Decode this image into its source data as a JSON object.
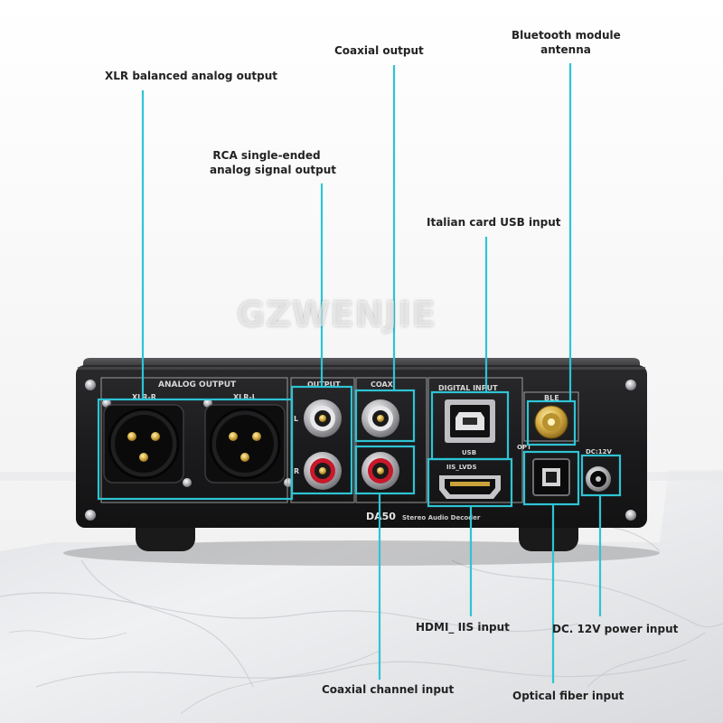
{
  "watermark": "GZWENJIE",
  "device": {
    "model": "DA50",
    "subtitle": "Stereo Audio Decoder",
    "panel_labels": {
      "analog_output": "ANALOG OUTPUT",
      "xlr_r": "XLR-R",
      "xlr_l": "XLR-L",
      "output": "OUTPUT",
      "l": "L",
      "r": "R",
      "coax": "COAX",
      "digital_input": "DIGITAL INPUT",
      "usb": "USB",
      "iis_lvds": "IIS_LVDS",
      "ble": "BLE",
      "opt": "OPT",
      "dc": "DC:12V"
    }
  },
  "callouts": {
    "xlr": "XLR balanced analog output",
    "rca_line1": "RCA single-ended",
    "rca_line2": "analog signal output",
    "coax_out": "Coaxial output",
    "bt_line1": "Bluetooth module",
    "bt_line2": "antenna",
    "usb": "Italian card USB input",
    "hdmi": "HDMI_ IIS input",
    "dc": "DC. 12V power input",
    "coax_in": "Coaxial channel input",
    "optical": "Optical fiber input"
  },
  "colors": {
    "callout_line": "#2ec4d4",
    "chassis": "#1c1c1e",
    "gold": "#c9a23a",
    "rca_red": "#c8182a"
  }
}
